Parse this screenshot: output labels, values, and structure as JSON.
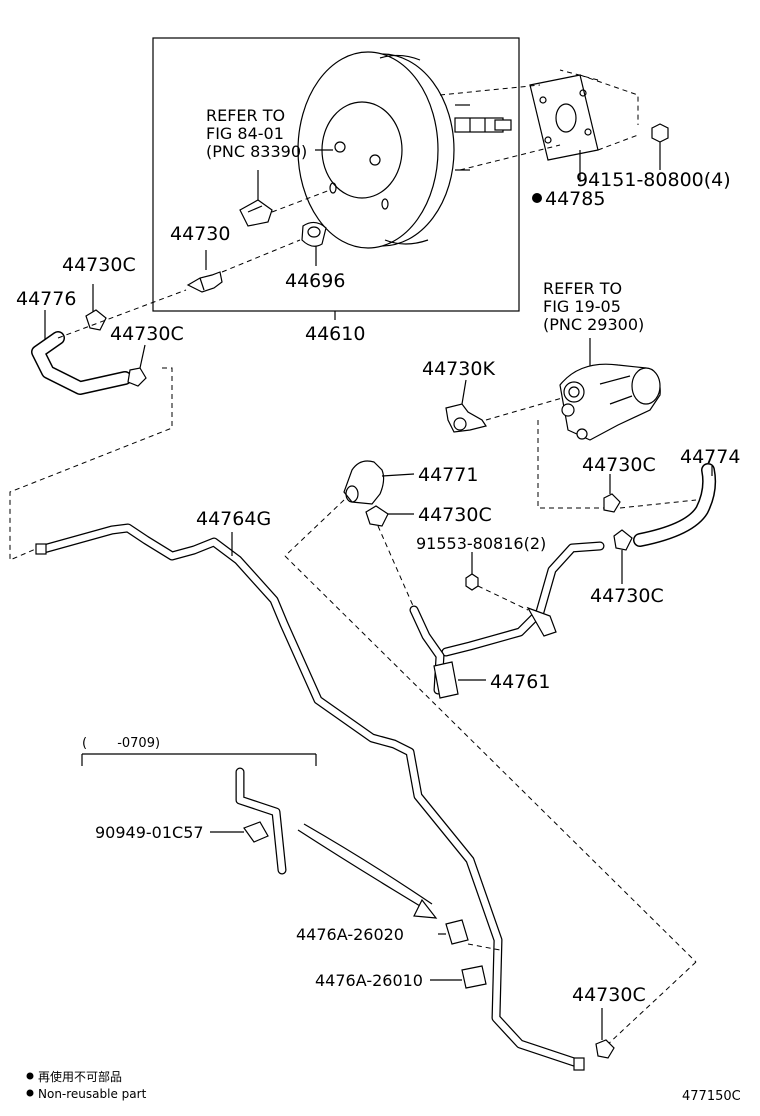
{
  "refs": {
    "ref1": [
      "REFER TO",
      "FIG 84-01",
      "(PNC 83390)"
    ],
    "ref2": [
      "REFER TO",
      "FIG 19-05",
      "(PNC 29300)"
    ]
  },
  "labels": {
    "p44785": "44785",
    "p94151": "94151-80800(4)",
    "p44730": "44730",
    "p44696": "44696",
    "p44730C_a": "44730C",
    "p44776": "44776",
    "p44730C_b": "44730C",
    "p44610": "44610",
    "p44730K": "44730K",
    "p44771": "44771",
    "p44730C_c": "44730C",
    "p44764G": "44764G",
    "p44730C_d": "44730C",
    "p44774": "44774",
    "p91553": "91553-80816(2)",
    "p44730C_e": "44730C",
    "p44761": "44761",
    "p90949": "90949-01C57",
    "p4476A_20": "4476A-26020",
    "p4476A_10": "4476A-26010",
    "p44730C_f": "44730C"
  },
  "date_range": "(　　 -0709)",
  "legend": {
    "jp": "再使用不可部品",
    "en": "Non-reusable part"
  },
  "figure_code": "477150C"
}
